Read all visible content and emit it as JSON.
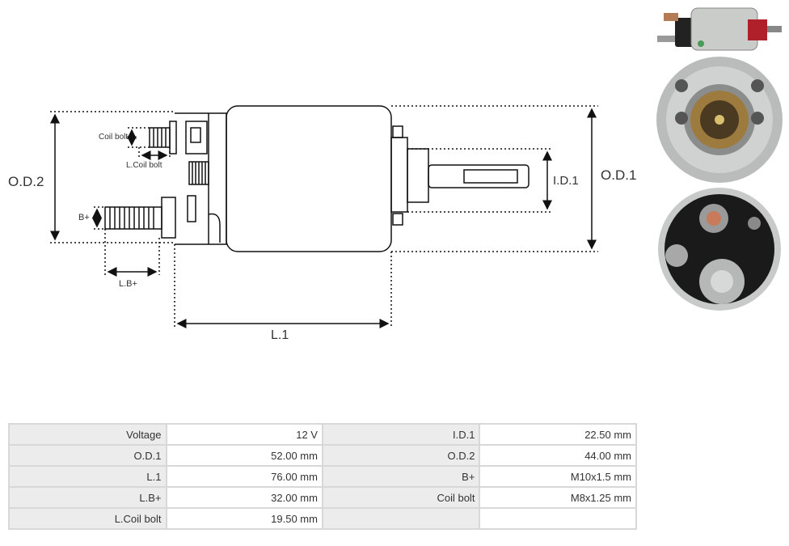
{
  "drawing": {
    "labels": {
      "od2": "O.D.2",
      "od1": "O.D.1",
      "id1": "I.D.1",
      "l1": "L.1",
      "lb": "L.B+",
      "bplus": "B+",
      "coil_bolt": "Coil bolt",
      "l_coil_bolt": "L.Coil bolt"
    }
  },
  "photos": [
    "solenoid-side-view",
    "solenoid-front-view",
    "solenoid-terminal-view"
  ],
  "specs": {
    "rows": [
      {
        "k1": "Voltage",
        "v1": "12 V",
        "k2": "I.D.1",
        "v2": "22.50 mm"
      },
      {
        "k1": "O.D.1",
        "v1": "52.00 mm",
        "k2": "O.D.2",
        "v2": "44.00 mm"
      },
      {
        "k1": "L.1",
        "v1": "76.00 mm",
        "k2": "B+",
        "v2": "M10x1.5 mm"
      },
      {
        "k1": "L.B+",
        "v1": "32.00 mm",
        "k2": "Coil bolt",
        "v2": "M8x1.25 mm"
      },
      {
        "k1": "L.Coil bolt",
        "v1": "19.50 mm",
        "k2": "",
        "v2": ""
      }
    ]
  },
  "colors": {
    "line": "#111111",
    "table_border": "#d8d8d8",
    "key_bg": "#ececec"
  }
}
